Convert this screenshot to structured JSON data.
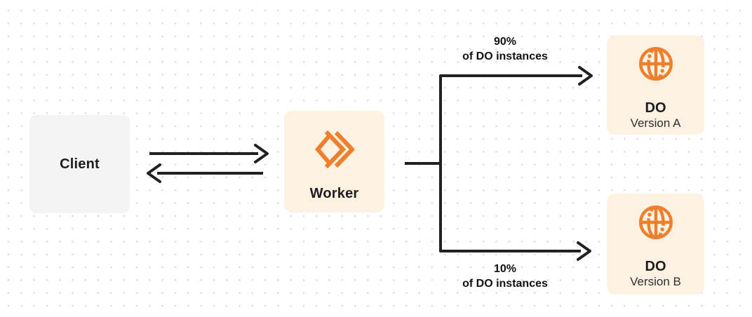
{
  "diagram": {
    "nodes": {
      "client": {
        "label": "Client"
      },
      "worker": {
        "label": "Worker",
        "icon": "workers-chevrons-icon"
      },
      "do_version_a": {
        "title": "DO",
        "subtitle": "Version A",
        "icon": "globe-icon"
      },
      "do_version_b": {
        "title": "DO",
        "subtitle": "Version B",
        "icon": "globe-icon"
      }
    },
    "edges": {
      "client_worker": {
        "type": "bidirectional-arrows"
      },
      "top_branch": {
        "percent": "90%",
        "caption": "of DO instances",
        "target": "DO Version A"
      },
      "bottom_branch": {
        "percent": "10%",
        "caption": "of DO instances",
        "target": "DO Version B"
      }
    },
    "colors": {
      "accent_orange": "#ee7f2d",
      "box_cream": "#fdf1e1",
      "box_gray": "#f4f4f5",
      "arrow_line": "#212121",
      "text_dark": "#1d1d1f",
      "grid_dot": "#dbdbdb",
      "background": "#ffffff"
    }
  }
}
